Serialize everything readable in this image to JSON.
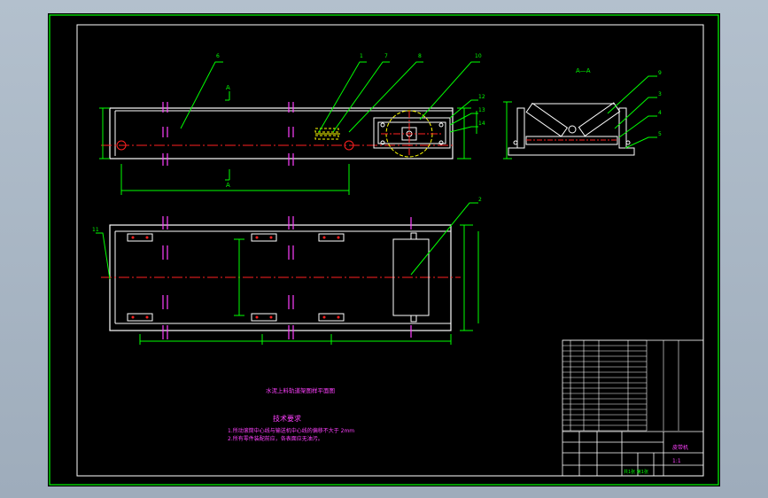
{
  "colors": {
    "background": "#a9b6c4",
    "sheet": "#000000",
    "frame": "#00ff00",
    "outline": "#ffffff",
    "centerline": "#ff2020",
    "leader": "#00ff00",
    "dimension": "#00ff00",
    "note_text": "#ff40ff",
    "marker": "#ff00ff",
    "hidden": "#ffff00"
  },
  "drawing": {
    "section_label": "A—A",
    "section_marks": [
      "A",
      "A"
    ],
    "part_callouts": [
      "6",
      "1",
      "7",
      "8",
      "10",
      "12",
      "13",
      "14",
      "9",
      "3",
      "4",
      "5",
      "11",
      "2"
    ],
    "plan_title": "水泥上料轨道架图样平面图",
    "notes_title": "技术要求",
    "notes": [
      "1.所动滚筒中心线与输送机中心线的偏移不大于 2mm",
      "2.所有零件装配前应，各表面应无油污。"
    ]
  },
  "title_block": {
    "drawing_name": "皮带机",
    "scale": "1:1",
    "sheet_info": "共1张 第1张"
  }
}
